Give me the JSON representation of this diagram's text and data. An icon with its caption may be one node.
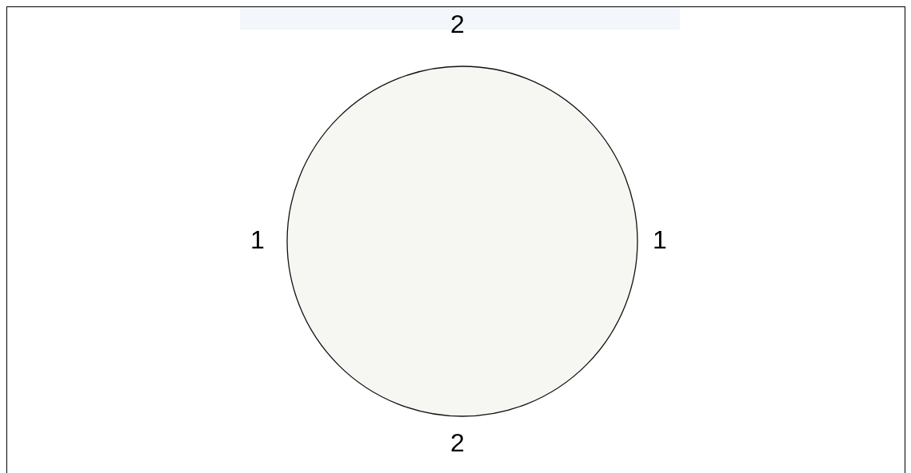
{
  "diagram": {
    "nodes": [
      {
        "text": [],
        "shape": "circle"
      }
    ],
    "labels": [
      "2",
      "1",
      "1",
      "2"
    ]
  }
}
